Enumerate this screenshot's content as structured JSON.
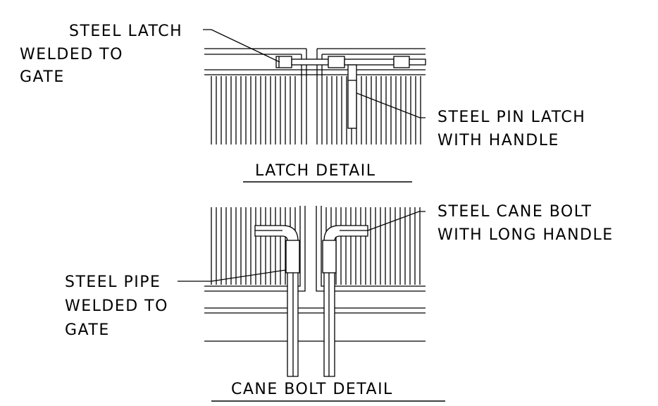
{
  "latch_detail": {
    "title": "LATCH DETAIL",
    "label_latch": [
      "STEEL LATCH",
      "WELDED TO",
      "GATE"
    ],
    "label_pin": [
      "STEEL PIN LATCH",
      "WITH HANDLE"
    ]
  },
  "cane_bolt_detail": {
    "title": "CANE BOLT DETAIL",
    "label_bolt": [
      "STEEL CANE BOLT",
      "WITH LONG HANDLE"
    ],
    "label_pipe": [
      "STEEL PIPE",
      "WELDED TO",
      "GATE"
    ]
  }
}
